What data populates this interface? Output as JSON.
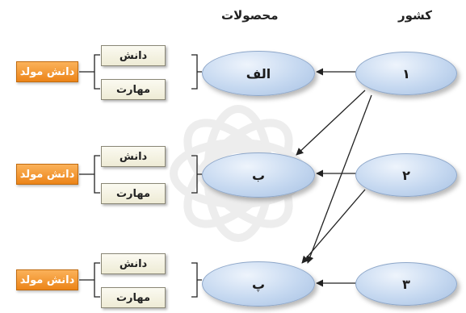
{
  "headers": {
    "countries": "کشور",
    "products": "محصولات"
  },
  "countries": [
    {
      "label": "۱"
    },
    {
      "label": "۲"
    },
    {
      "label": "۳"
    }
  ],
  "products": [
    {
      "label": "الف"
    },
    {
      "label": "ب"
    },
    {
      "label": "پ"
    }
  ],
  "components": {
    "knowledge": "دانش",
    "skill": "مهارت"
  },
  "output": {
    "label": "دانش مولد"
  },
  "links": [
    {
      "from": "۱",
      "to": "الف"
    },
    {
      "from": "۱",
      "to": "ب"
    },
    {
      "from": "۱",
      "to": "پ"
    },
    {
      "from": "۲",
      "to": "ب"
    },
    {
      "from": "۲",
      "to": "پ"
    },
    {
      "from": "۳",
      "to": "پ"
    }
  ],
  "colors": {
    "ellipse": "#c5d8f0",
    "box": "#f5f3e2",
    "output": "#f39a2e",
    "connector": "#222222"
  }
}
